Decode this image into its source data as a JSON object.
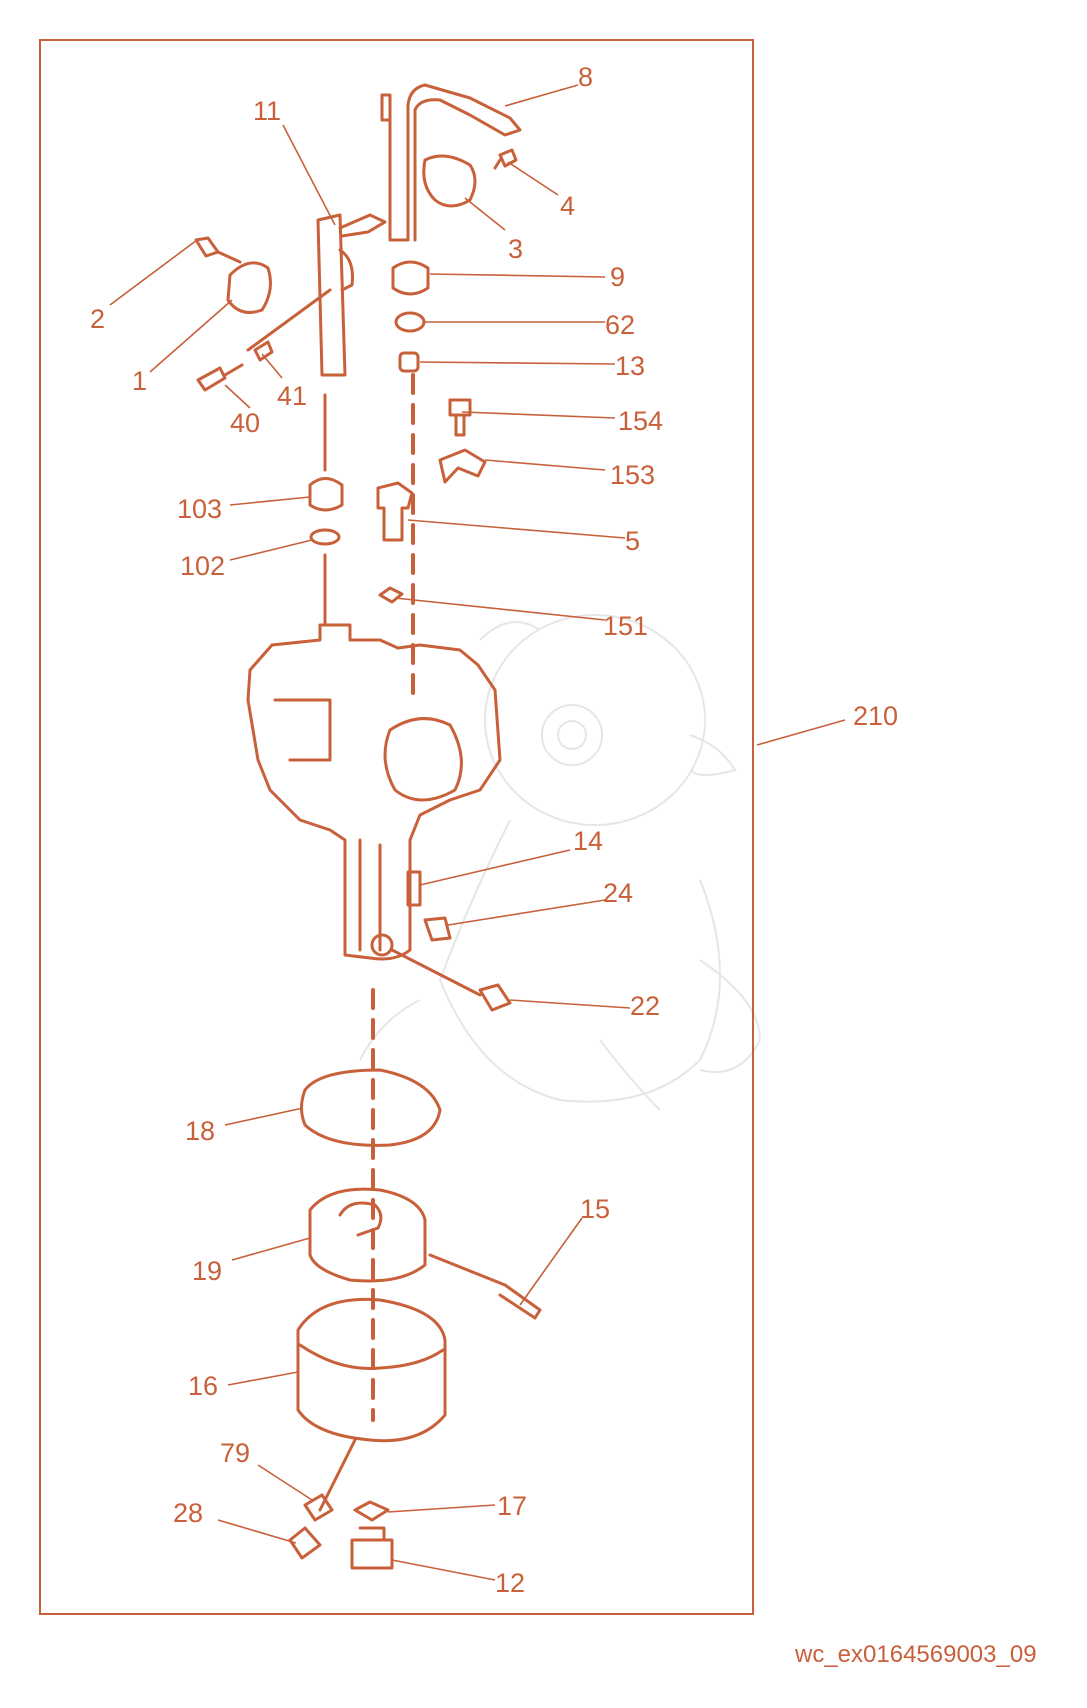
{
  "colors": {
    "accent": "#c8603a",
    "frame": "#c8603a",
    "watermark": "#e6e6e6"
  },
  "callouts": {
    "c1": "1",
    "c2": "2",
    "c3": "3",
    "c4": "4",
    "c5": "5",
    "c8": "8",
    "c9": "9",
    "c11": "11",
    "c12": "12",
    "c13": "13",
    "c14": "14",
    "c15": "15",
    "c16": "16",
    "c17": "17",
    "c18": "18",
    "c19": "19",
    "c22": "22",
    "c24": "24",
    "c28": "28",
    "c40": "40",
    "c41": "41",
    "c62": "62",
    "c79": "79",
    "c102": "102",
    "c103": "103",
    "c151": "151",
    "c153": "153",
    "c154": "154",
    "c210": "210"
  },
  "document_id": "wc_ex0164569003_09"
}
